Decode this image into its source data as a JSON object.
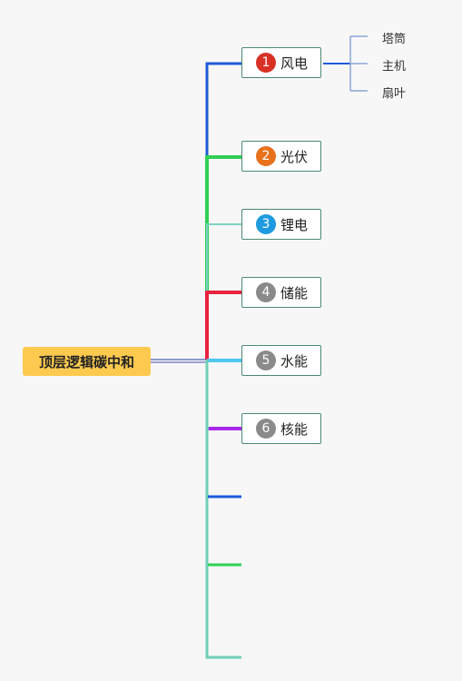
{
  "root": {
    "label": "顶层逻辑碳中和",
    "color": "#fdca4f"
  },
  "branches": [
    {
      "num": "1",
      "label": "风电",
      "badge_color": "#d93025",
      "line_color": "#1e5bd8"
    },
    {
      "num": "2",
      "label": "光伏",
      "badge_color": "#e8711c",
      "line_color": "#2fcf55"
    },
    {
      "num": "3",
      "label": "锂电",
      "badge_color": "#1e9be0",
      "line_color": "#7dd3c0"
    },
    {
      "num": "4",
      "label": "储能",
      "badge_color": "#8a8a8a",
      "line_color": "#e8233f"
    },
    {
      "num": "5",
      "label": "水能",
      "badge_color": "#8a8a8a",
      "line_color": "#4fc8f0"
    },
    {
      "num": "6",
      "label": "核能",
      "badge_color": "#8a8a8a",
      "line_color": "#a726e8"
    }
  ],
  "wind_subtopics": [
    "塔筒",
    "主机",
    "扇叶"
  ],
  "empty_branch_colors": [
    "#1e5bd8",
    "#2fcf55",
    "#6fcfb4"
  ],
  "node_border_color": "#4b8a72"
}
